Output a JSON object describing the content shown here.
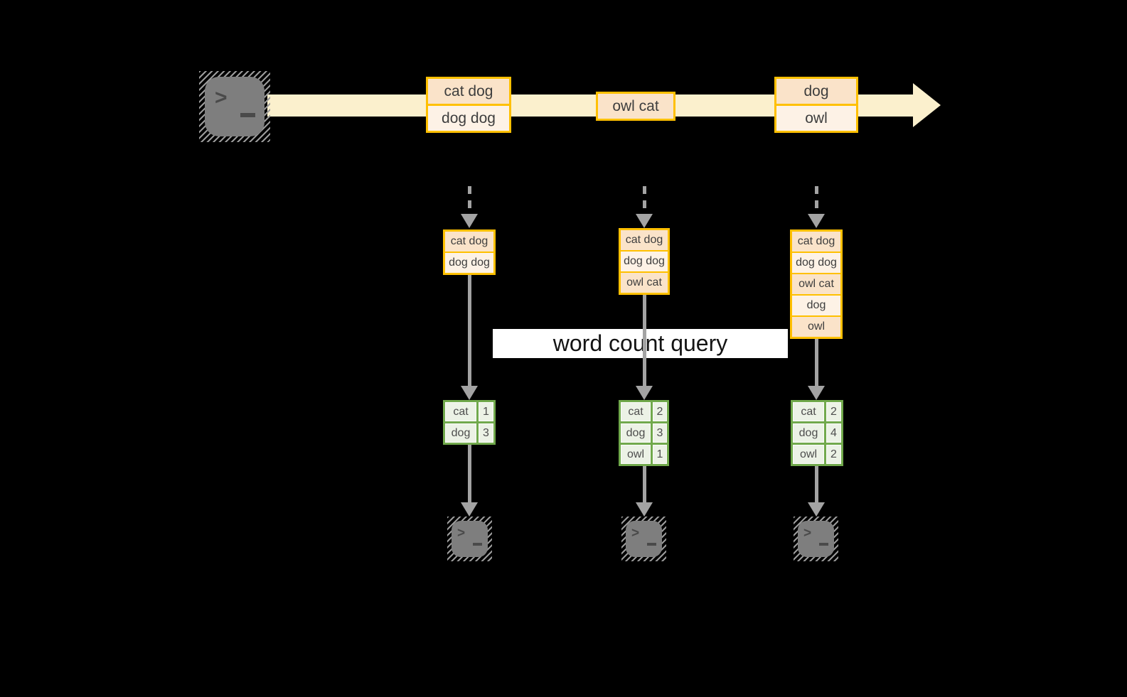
{
  "query_label": "word count query",
  "icons": {
    "prompt": ">"
  },
  "colors": {
    "stream_fill": "#FBF0CD",
    "box_border": "#FFC000",
    "row_dark": "#FAE3C9",
    "row_light": "#FDF2E6",
    "table_green": "#71A94C",
    "table_cell_fill": "#ECF2E6",
    "arrow_gray": "#A3A3A3",
    "terminal_gray": "#7E7E7E"
  },
  "stream": {
    "events": [
      {
        "lines": [
          "cat dog",
          "dog dog"
        ]
      },
      {
        "lines": [
          "owl cat"
        ]
      },
      {
        "lines": [
          "dog",
          "owl"
        ]
      }
    ]
  },
  "columns": [
    {
      "input_lines": [
        "cat dog",
        "dog dog"
      ],
      "counts": [
        {
          "word": "cat",
          "count": "1"
        },
        {
          "word": "dog",
          "count": "3"
        }
      ]
    },
    {
      "input_lines": [
        "cat dog",
        "dog dog",
        "owl cat"
      ],
      "counts": [
        {
          "word": "cat",
          "count": "2"
        },
        {
          "word": "dog",
          "count": "3"
        },
        {
          "word": "owl",
          "count": "1"
        }
      ]
    },
    {
      "input_lines": [
        "cat dog",
        "dog dog",
        "owl cat",
        "dog",
        "owl"
      ],
      "counts": [
        {
          "word": "cat",
          "count": "2"
        },
        {
          "word": "dog",
          "count": "4"
        },
        {
          "word": "owl",
          "count": "2"
        }
      ]
    }
  ]
}
